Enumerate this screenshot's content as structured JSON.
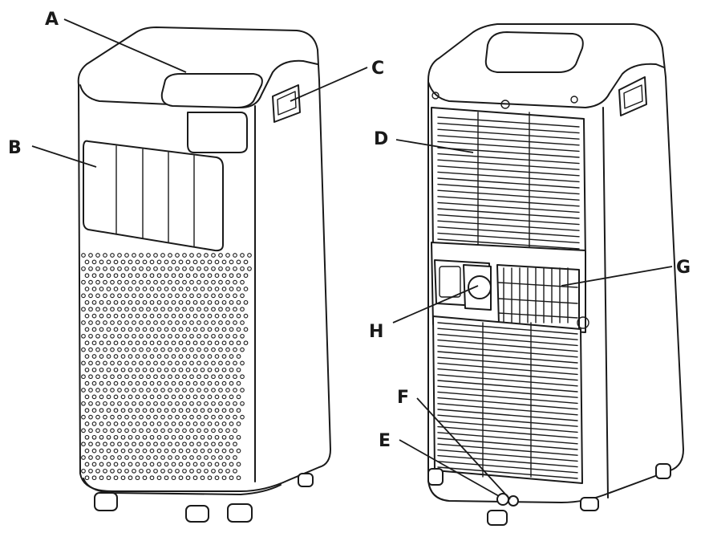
{
  "callouts": [
    {
      "id": "A",
      "letter": "A"
    },
    {
      "id": "B",
      "letter": "B"
    },
    {
      "id": "C",
      "letter": "C"
    },
    {
      "id": "D",
      "letter": "D"
    },
    {
      "id": "E",
      "letter": "E"
    },
    {
      "id": "F",
      "letter": "F"
    },
    {
      "id": "G",
      "letter": "G"
    },
    {
      "id": "H",
      "letter": "H"
    }
  ],
  "colors": {
    "line": "#1a1a1a",
    "background": "#ffffff"
  }
}
